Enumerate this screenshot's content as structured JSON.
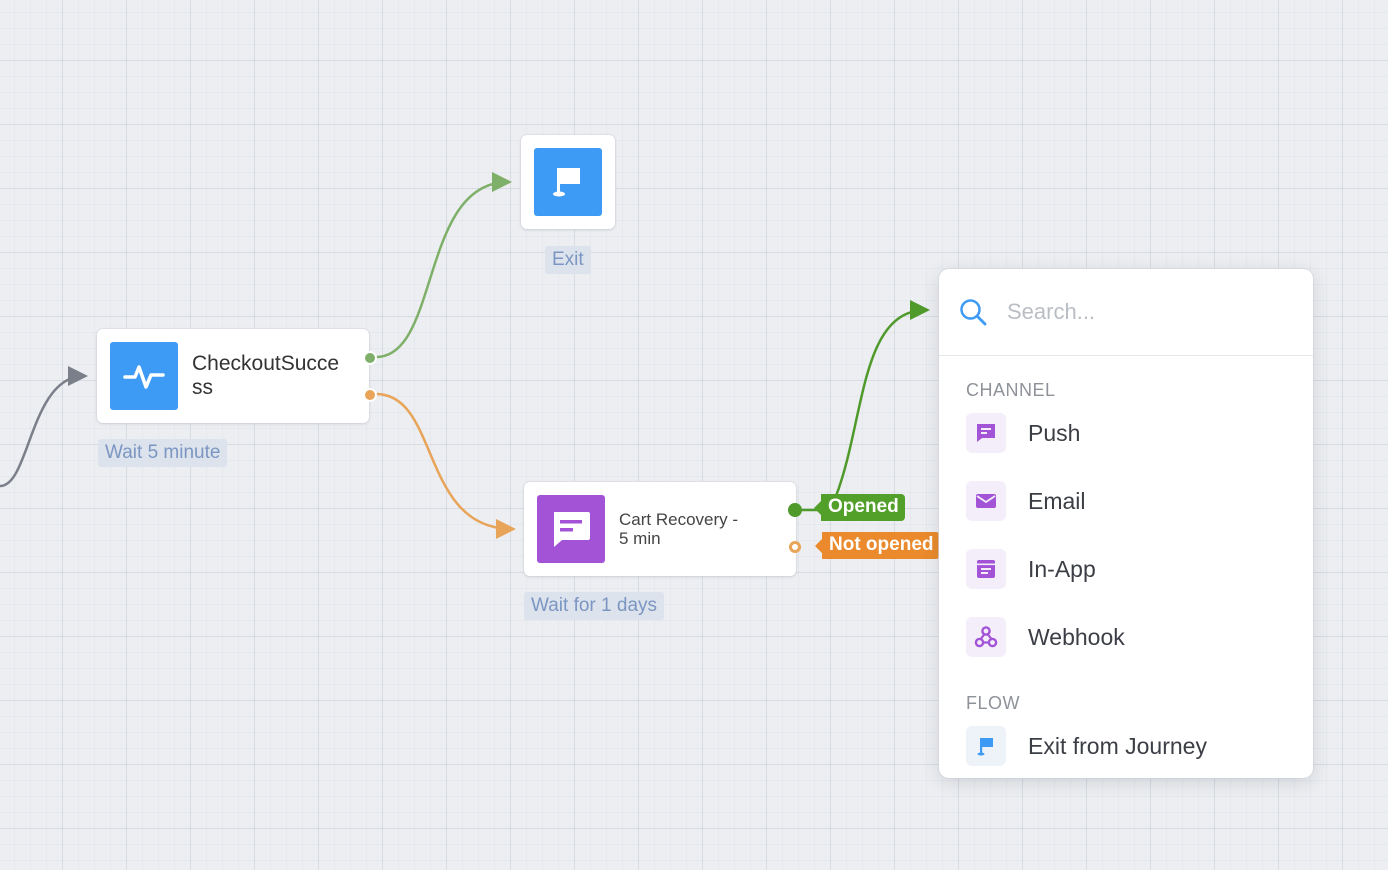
{
  "nodes": {
    "checkout": {
      "title": "CheckoutSuccess",
      "caption": "Wait 5 minute",
      "icon": "pulse-icon"
    },
    "exit": {
      "caption": "Exit",
      "icon": "flag-icon"
    },
    "cart": {
      "title": "Cart Recovery - 5 min",
      "caption": "Wait for 1 days",
      "icon": "message-icon"
    }
  },
  "branches": {
    "opened_label": "Opened",
    "not_opened_label": "Not opened"
  },
  "picker": {
    "search": {
      "placeholder": "Search...",
      "value": ""
    },
    "sections": [
      {
        "title": "CHANNEL",
        "items": [
          {
            "label": "Push",
            "icon": "push-icon"
          },
          {
            "label": "Email",
            "icon": "email-icon"
          },
          {
            "label": "In-App",
            "icon": "in-app-icon"
          },
          {
            "label": "Webhook",
            "icon": "webhook-icon"
          }
        ]
      },
      {
        "title": "FLOW",
        "items": [
          {
            "label": "Exit from Journey",
            "icon": "flag-icon"
          }
        ]
      }
    ]
  },
  "colors": {
    "accent_blue": "#3d9bf5",
    "channel_purple": "#a353d6",
    "edge_green": "#7fb069",
    "edge_green_dark": "#52a02a",
    "edge_orange": "#e8a458",
    "edge_gray": "#7a7f8a",
    "caption_text": "#7b96c2"
  }
}
